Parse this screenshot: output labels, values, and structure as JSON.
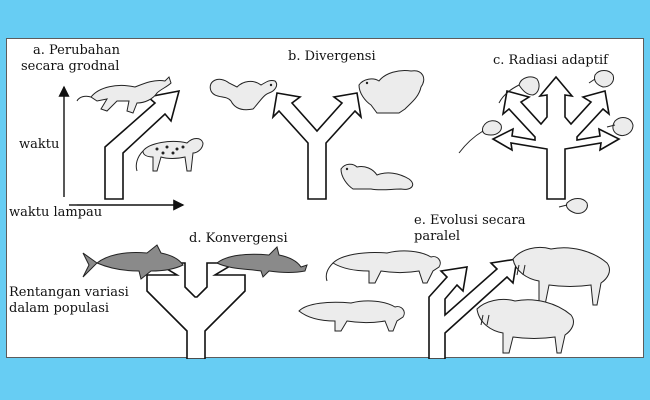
{
  "labels": {
    "a_line1": "a. Perubahan",
    "a_line2": "secara grodnal",
    "waktu": "waktu",
    "waktu_lampau": "waktu lampau",
    "b": "b. Divergensi",
    "c": "c. Radiasi adaptif",
    "d": "d. Konvergensi",
    "e_line1": "e. Evolusi secara",
    "e_line2": "paralel",
    "variasi_line1": "Rentangan variasi",
    "variasi_line2": "dalam populasi"
  },
  "colors": {
    "background": "#67cdf3",
    "panel": "#ffffff",
    "outline": "#111111"
  }
}
